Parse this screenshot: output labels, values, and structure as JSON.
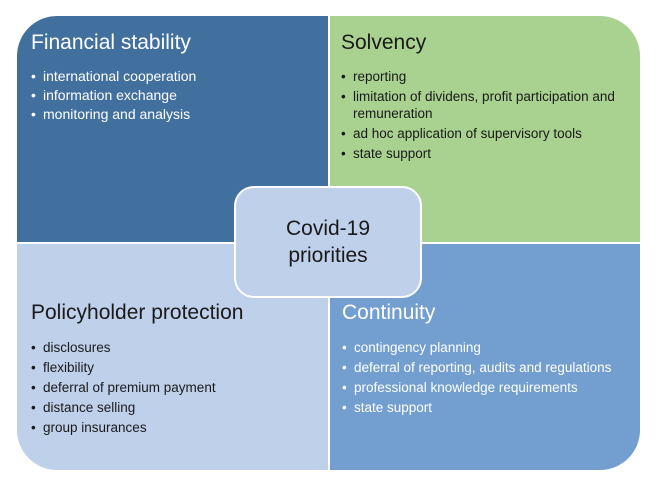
{
  "center": {
    "label": "Covid-19\npriorities"
  },
  "quadrants": {
    "financial_stability": {
      "title": "Financial stability",
      "items": [
        "international cooperation",
        "information exchange",
        "monitoring and analysis"
      ]
    },
    "solvency": {
      "title": "Solvency",
      "items": [
        "reporting",
        "limitation of dividens, profit participation and remuneration",
        "ad hoc application of supervisory tools",
        "state support"
      ]
    },
    "policyholder_protection": {
      "title": "Policyholder protection",
      "items": [
        "disclosures",
        "flexibility",
        "deferral of premium payment",
        "distance selling",
        "group insurances"
      ]
    },
    "continuity": {
      "title": "Continuity",
      "items": [
        "contingency planning",
        "deferral of reporting, audits and regulations",
        "professional knowledge requirements",
        "state support"
      ]
    }
  },
  "colors": {
    "financial_stability": "#41709f",
    "solvency": "#a9d18f",
    "policyholder_protection": "#bfd0ea",
    "continuity": "#729fcf",
    "center": "#bfd0ea"
  }
}
